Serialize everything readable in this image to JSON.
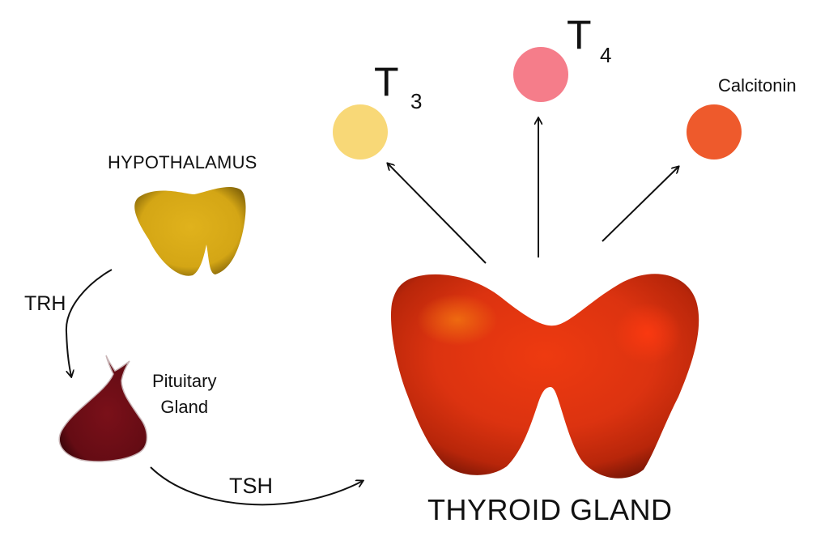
{
  "diagram": {
    "hypothalamus": {
      "label": "HYPOTHALAMUS",
      "color": "#d4a615"
    },
    "pituitary": {
      "label_line1": "Pituitary",
      "label_line2": "Gland",
      "color": "#6e0d15"
    },
    "thyroid": {
      "label": "THYROID GLAND",
      "color": "#d8320c"
    },
    "arrows": {
      "trh": "TRH",
      "tsh": "TSH"
    },
    "hormones": {
      "t3": {
        "letter": "T",
        "sub": "3",
        "color": "#f8d877"
      },
      "t4": {
        "letter": "T",
        "sub": "4",
        "color": "#f57d8a"
      },
      "calcitonin": {
        "label": "Calcitonin",
        "color": "#ee5a2c"
      }
    }
  }
}
